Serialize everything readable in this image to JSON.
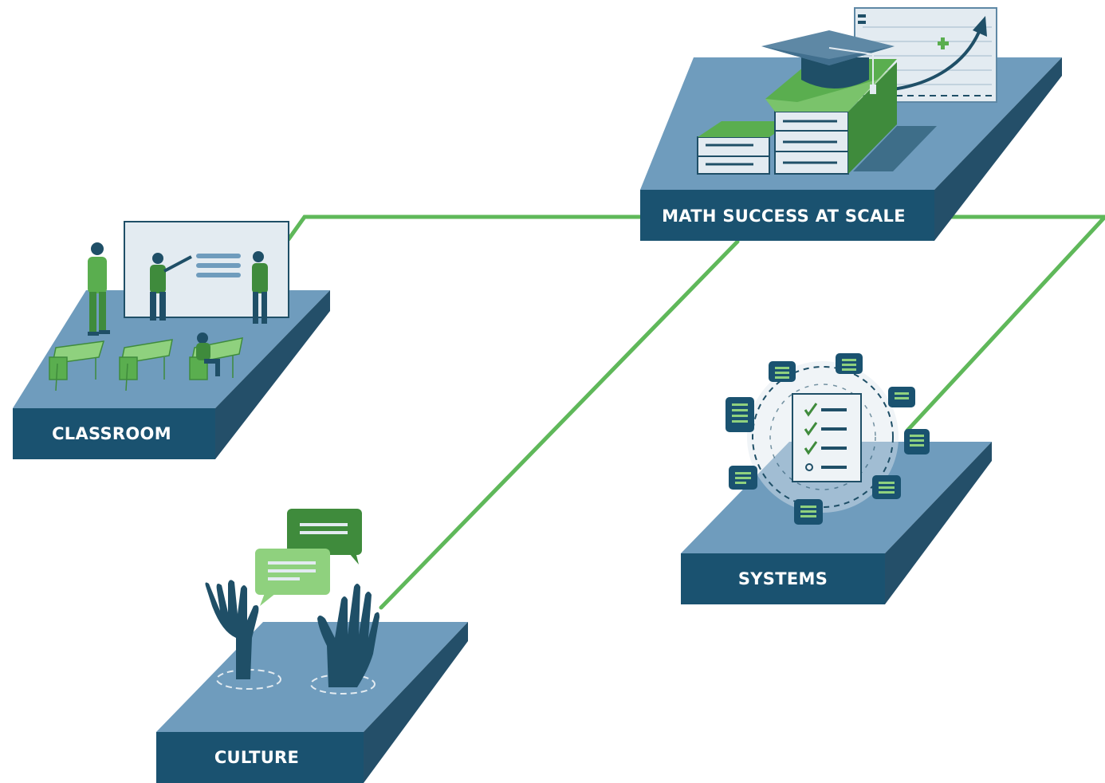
{
  "nodes": {
    "math": {
      "label": "MATH SUCCESS AT SCALE"
    },
    "classroom": {
      "label": "CLASSROOM"
    },
    "culture": {
      "label": "CULTURE"
    },
    "systems": {
      "label": "SYSTEMS"
    }
  },
  "connections": [
    {
      "from": "classroom",
      "to": "math"
    },
    {
      "from": "culture",
      "to": "math"
    },
    {
      "from": "systems",
      "to": "math"
    }
  ],
  "colors": {
    "platform_top": "#6f9cbd",
    "platform_front": "#1a5270",
    "connector": "#5fb85a",
    "figure_green": "#5aae4f",
    "dark_green": "#3f8b3c",
    "light_green": "#8fd17e",
    "navy": "#1f4f67",
    "paper": "#dde7ee"
  },
  "icons": {
    "classroom": "teacher-students-icon",
    "culture": "hands-speech-bubbles-icon",
    "systems": "checklist-cycle-icon",
    "math": "books-graduation-cap-chart-icon"
  }
}
